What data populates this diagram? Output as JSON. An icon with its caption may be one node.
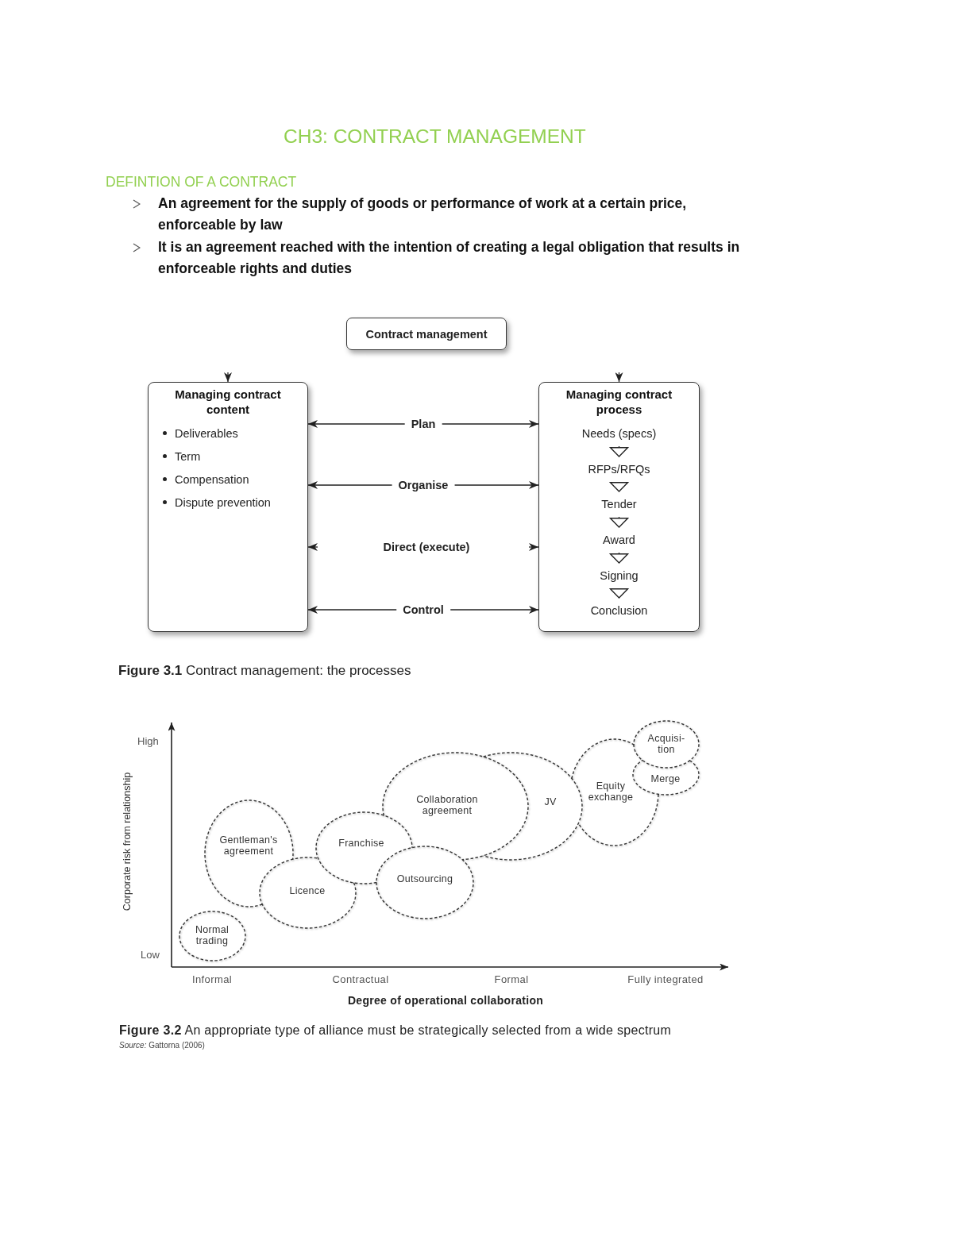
{
  "diagram": {
    "title": "CH3: CONTRACT MANAGEMENT",
    "nodes": [
      {
        "text": [
          "Contract management"
        ]
      },
      {
        "text": [
          "Managing contract content",
          "Deliverables",
          "Term",
          "Compensation",
          "Dispute prevention"
        ]
      },
      {
        "text": [
          "Managing contract process"
        ]
      },
      {
        "text": [
          "Needs (specs)"
        ],
        "in": 2
      },
      {
        "text": [
          "RFPs/RFQs"
        ],
        "in": 2
      },
      {
        "text": [
          "Tender"
        ],
        "in": 2
      },
      {
        "text": [
          "Award"
        ],
        "in": 2
      },
      {
        "text": [
          "Signing"
        ],
        "in": 2
      },
      {
        "text": [
          "Conclusion"
        ],
        "in": 2
      },
      {
        "text": [
          "Normal trading"
        ]
      },
      {
        "text": [
          "Gentleman's agreement"
        ]
      },
      {
        "text": [
          "Licence"
        ]
      },
      {
        "text": [
          "Franchise"
        ]
      },
      {
        "text": [
          "Outsourcing"
        ]
      },
      {
        "text": [
          "Collaboration agreement"
        ]
      },
      {
        "text": [
          "JV"
        ]
      },
      {
        "text": [
          "Equity exchange"
        ]
      },
      {
        "text": [
          "Acquisi- tion"
        ]
      },
      {
        "text": [
          "Merge"
        ]
      }
    ],
    "edges": [
      {
        "from": null,
        "to": 1,
        "arrow": "to"
      },
      {
        "from": null,
        "to": 2,
        "arrow": "to"
      },
      {
        "from": 1,
        "to": 2,
        "arrow": "both",
        "label": "Plan"
      },
      {
        "from": 1,
        "to": 2,
        "arrow": "both",
        "label": "Organise"
      },
      {
        "from": null,
        "to": 1,
        "arrow": "to"
      },
      {
        "from": null,
        "to": 2,
        "arrow": "to"
      },
      {
        "from": 1,
        "to": 2,
        "arrow": "both",
        "label": "Control"
      },
      {
        "from": 3,
        "to": 4,
        "arrow": "to"
      },
      {
        "from": 4,
        "to": 5,
        "arrow": "to"
      },
      {
        "from": 5,
        "to": 6,
        "arrow": "to"
      },
      {
        "from": 6,
        "to": 7,
        "arrow": "to"
      },
      {
        "from": 7,
        "to": 8,
        "arrow": "to"
      }
    ],
    "labels": [
      "DEFINTION OF A CONTRACT",
      "An agreement for the supply of goods or performance of work at a certain price, enforceable by law",
      "It is an agreement reached with the intention of creating a legal obligation that results in enforceable rights and duties",
      "Direct (execute)",
      "**Figure 3.1**  Contract management: the processes",
      "High",
      "Corporate risk from relationship",
      "Low",
      "Informal",
      "Contractual",
      "Formal",
      "Fully integrated",
      "Degree of operational collaboration",
      "**Figure 3.2**  An appropriate type of alliance must be strategically selected from a wide spectrum",
      "*Source:* Gattorna (2006)"
    ]
  }
}
